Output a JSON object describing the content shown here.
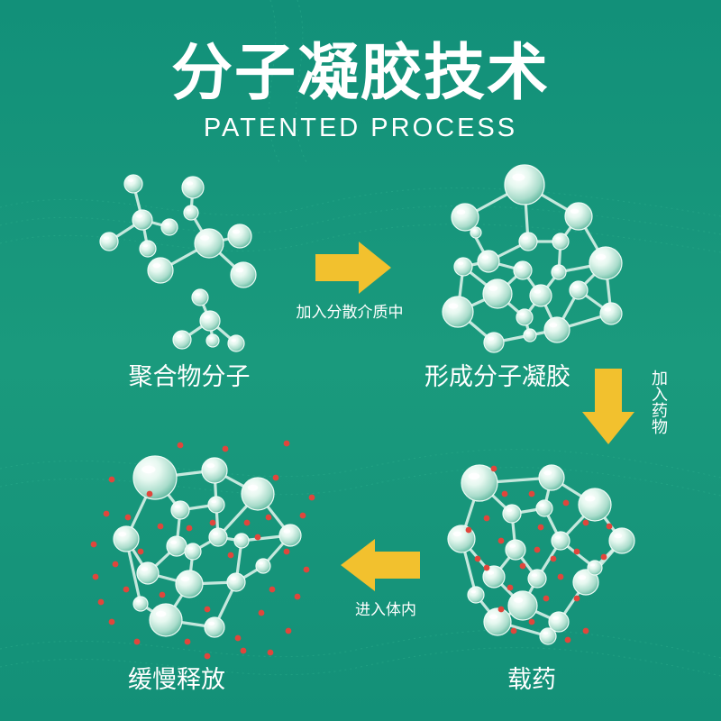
{
  "header": {
    "title": "分子凝胶技术",
    "subtitle": "PATENTED PROCESS"
  },
  "steps": {
    "step1": "聚合物分子",
    "step2": "形成分子凝胶",
    "step3": "载药",
    "step4": "缓慢释放"
  },
  "arrows": {
    "a1": "加入分散介质中",
    "a2": "加入药物",
    "a3": "进入体内"
  },
  "colors": {
    "background": "#17957a",
    "arrow": "#f2c12e",
    "drug_dot": "#e0463c",
    "sphere": "#dff5ec"
  }
}
